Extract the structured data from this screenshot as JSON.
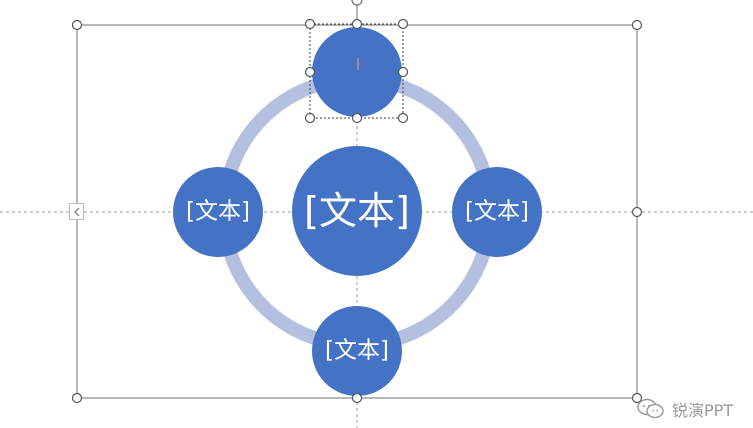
{
  "diagram": {
    "nodes": {
      "center": "[文本]",
      "left": "[文本]",
      "right": "[文本]",
      "bottom": "[文本]"
    },
    "colors": {
      "node_fill": "#4472c4",
      "ring": "#b4c0e0",
      "selection_frame": "#707070",
      "guide": "#9e9e9e"
    }
  },
  "toolbar": {
    "collapse_icon": "chevron-left-icon"
  },
  "watermark": {
    "icon": "wechat-icon",
    "text": "锐演PPT"
  }
}
